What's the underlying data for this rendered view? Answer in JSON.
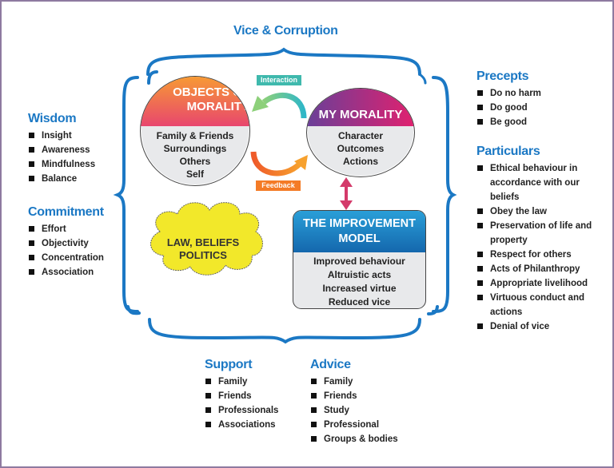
{
  "title": "Vice & Corruption",
  "colors": {
    "heading_blue": "#1b78c4",
    "frame": "#8e7aa0",
    "objects_gradient": [
      "#f79a34",
      "#e8466e"
    ],
    "my_morality_gradient": [
      "#6a3f98",
      "#e0216f"
    ],
    "model_gradient": [
      "#2a9fd8",
      "#1467ad"
    ],
    "cloud_yellow": "#f2e82a",
    "interaction_tag": "#3fb9ad",
    "feedback_tag": "#f47b26",
    "double_arrow": "#d43a6a"
  },
  "left": {
    "wisdom": {
      "heading": "Wisdom",
      "items": [
        "Insight",
        "Awareness",
        "Mindfulness",
        "Balance"
      ]
    },
    "commitment": {
      "heading": "Commitment",
      "items": [
        "Effort",
        "Objectivity",
        "Concentration",
        "Association"
      ]
    }
  },
  "right": {
    "precepts": {
      "heading": "Precepts",
      "items": [
        "Do no harm",
        "Do good",
        "Be good"
      ]
    },
    "particulars": {
      "heading": "Particulars",
      "items": [
        "Ethical behaviour in accordance with our beliefs",
        "Obey the law",
        "Preservation of life and property",
        "Respect for others",
        "Acts of Philanthropy",
        "Appropriate livelihood",
        "Virtuous conduct and actions",
        "Denial of vice"
      ]
    }
  },
  "bottom": {
    "support": {
      "heading": "Support",
      "items": [
        "Family",
        "Friends",
        "Professionals",
        "Associations"
      ]
    },
    "advice": {
      "heading": "Advice",
      "items": [
        "Family",
        "Friends",
        "Study",
        "Professional",
        "Groups & bodies"
      ]
    }
  },
  "center": {
    "objects": {
      "title_line1": "OBJECTS OF",
      "title_line2": "MORALITY",
      "items": [
        "Family & Friends",
        "Surroundings",
        "Others",
        "Self"
      ]
    },
    "my_morality": {
      "title": "MY MORALITY",
      "items": [
        "Character",
        "Outcomes",
        "Actions"
      ]
    },
    "interaction_label": "Interaction",
    "feedback_label": "Feedback",
    "cloud": {
      "line1": "LAW, BELIEFS",
      "line2": "POLITICS"
    },
    "model": {
      "title_line1": "THE IMPROVEMENT",
      "title_line2": "MODEL",
      "items": [
        "Improved behaviour",
        "Altruistic acts",
        "Increased virtue",
        "Reduced vice"
      ]
    }
  }
}
